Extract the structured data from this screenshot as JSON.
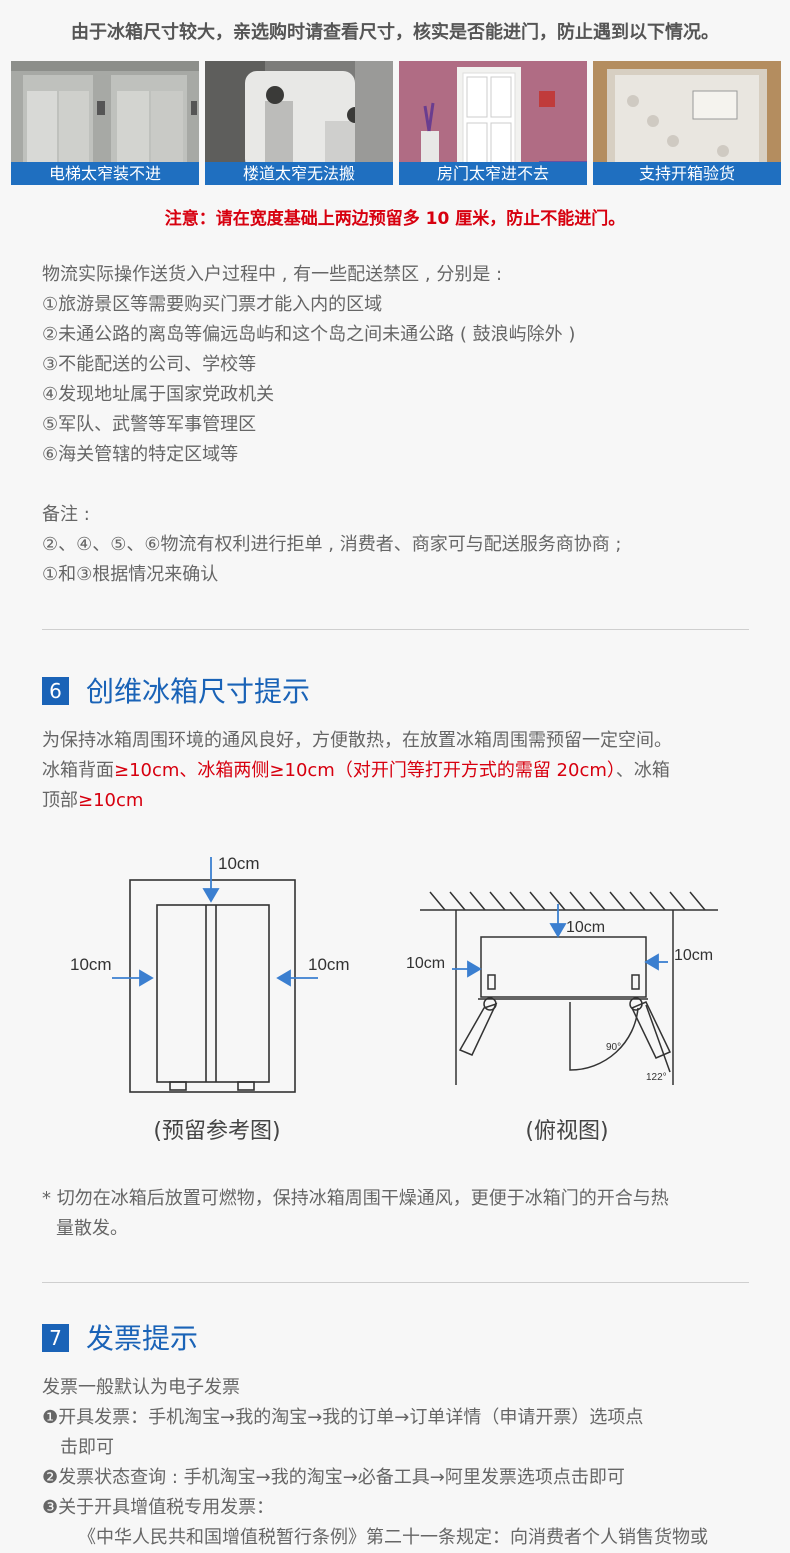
{
  "intro": "由于冰箱尺寸较大，亲选购时请查看尺寸，核实是否能进门，防止遇到以下情况。",
  "photos": [
    {
      "caption": "电梯太窄装不进",
      "icon": "elevator-photo"
    },
    {
      "caption": "楼道太窄无法搬",
      "icon": "stairway-photo"
    },
    {
      "caption": "房门太窄进不去",
      "icon": "door-photo"
    },
    {
      "caption": "支持开箱验货",
      "icon": "unboxing-photo"
    }
  ],
  "notice": "注意：请在宽度基础上两边预留多 10 厘米，防止不能进门。",
  "delivery": {
    "intro": "物流实际操作送货入户过程中 , 有一些配送禁区 , 分别是 :",
    "items": [
      "①旅游景区等需要购买门票才能入内的区域",
      "②未通公路的离岛等偏远岛屿和这个岛之间未通公路 ( 鼓浪屿除外 )",
      "③不能配送的公司、学校等",
      "④发现地址属于国家党政机关",
      "⑤军队、武警等军事管理区",
      "⑥海关管辖的特定区域等"
    ],
    "remark_title": "备注 :",
    "remarks": [
      "②、④、⑤、⑥物流有权利进行拒单 , 消费者、商家可与配送服务商协商 ;",
      "①和③根据情况来确认"
    ]
  },
  "section6": {
    "number": "6",
    "title": "创维冰箱尺寸提示",
    "line1": "为保持冰箱周围环境的通风良好，方便散热，在放置冰箱周围需预留一定空间。",
    "line2_a": "冰箱背面",
    "line2_b": "≥10cm、冰箱两侧≥10cm（对开门等打开方式的需留 20cm）",
    "line2_c": "、冰箱",
    "line3_a": "顶部",
    "line3_b": "≥10cm",
    "front_diagram": {
      "top": "10cm",
      "left": "10cm",
      "right": "10cm",
      "caption": "(预留参考图)"
    },
    "top_diagram": {
      "top": "10cm",
      "left": "10cm",
      "right": "10cm",
      "angle1": "90°",
      "angle2": "122°",
      "caption": "(俯视图)"
    },
    "footnote1": "* 切勿在冰箱后放置可燃物，保持冰箱周围干燥通风，更便于冰箱门的开合与热",
    "footnote2": "量散发。"
  },
  "section7": {
    "number": "7",
    "title": "发票提示",
    "lines": [
      "发票一般默认为电子发票",
      "❶开具发票：手机淘宝→我的淘宝→我的订单→订单详情（申请开票）选项点",
      "击即可",
      "❷发票状态查询 : 手机淘宝→我的淘宝→必备工具→阿里发票选项点击即可",
      "❸关于开具增值税专用发票：",
      "《中华人民共和国增值税暂行条例》第二十一条规定：向消费者个人销售货物或"
    ]
  },
  "colors": {
    "accent": "#1a63b7",
    "caption_bar": "#1f6fc0",
    "warning": "#d7000f"
  }
}
